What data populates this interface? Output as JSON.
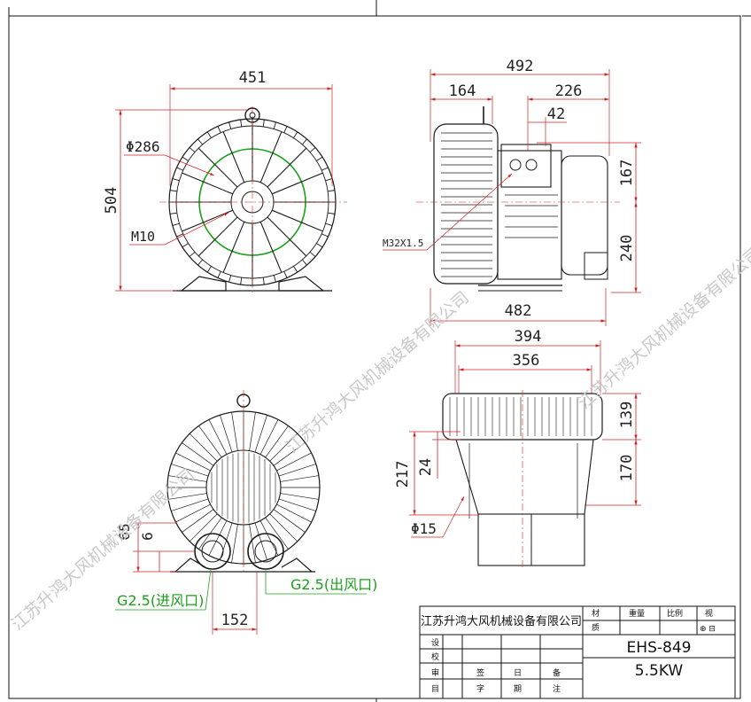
{
  "dimensions": {
    "front": {
      "width": "451",
      "height": "504",
      "diameter": "Φ286",
      "bolt": "M10"
    },
    "side": {
      "total": "492",
      "left": "164",
      "right": "226",
      "small": "42",
      "upper": "167",
      "lower": "240",
      "base": "482",
      "thread": "M32X1.5"
    },
    "top": {
      "outer": "394",
      "inner": "356",
      "upper": "139",
      "lower": "170",
      "height": "217",
      "offset": "24",
      "hole": "Φ15"
    },
    "rear": {
      "h1": "65",
      "h2": "6",
      "spacing": "152",
      "inlet": "G2.5(进风口)",
      "outlet": "G2.5(出风口)"
    }
  },
  "title_block": {
    "company": "江苏升鸿大风机械设备有限公司",
    "col_material": "材",
    "col_weight": "重量",
    "col_scale": "比例",
    "col_view": "视",
    "col_quality": "质",
    "symbol": "⊕ ⊟",
    "model": "EHS-849",
    "power": "5.5KW",
    "row_design": "设",
    "row_check": "校",
    "row_review": "审",
    "bottom_labels": [
      "目",
      "字",
      "期",
      "注"
    ],
    "mid_labels": [
      "签",
      "日",
      "备"
    ]
  },
  "watermark": "江苏升鸿大风机械设备有限公司",
  "colors": {
    "line": "#1a1a1a",
    "dimension_red": "#d42020",
    "green": "#1aa01a",
    "watermark": "#c9c9c9"
  }
}
